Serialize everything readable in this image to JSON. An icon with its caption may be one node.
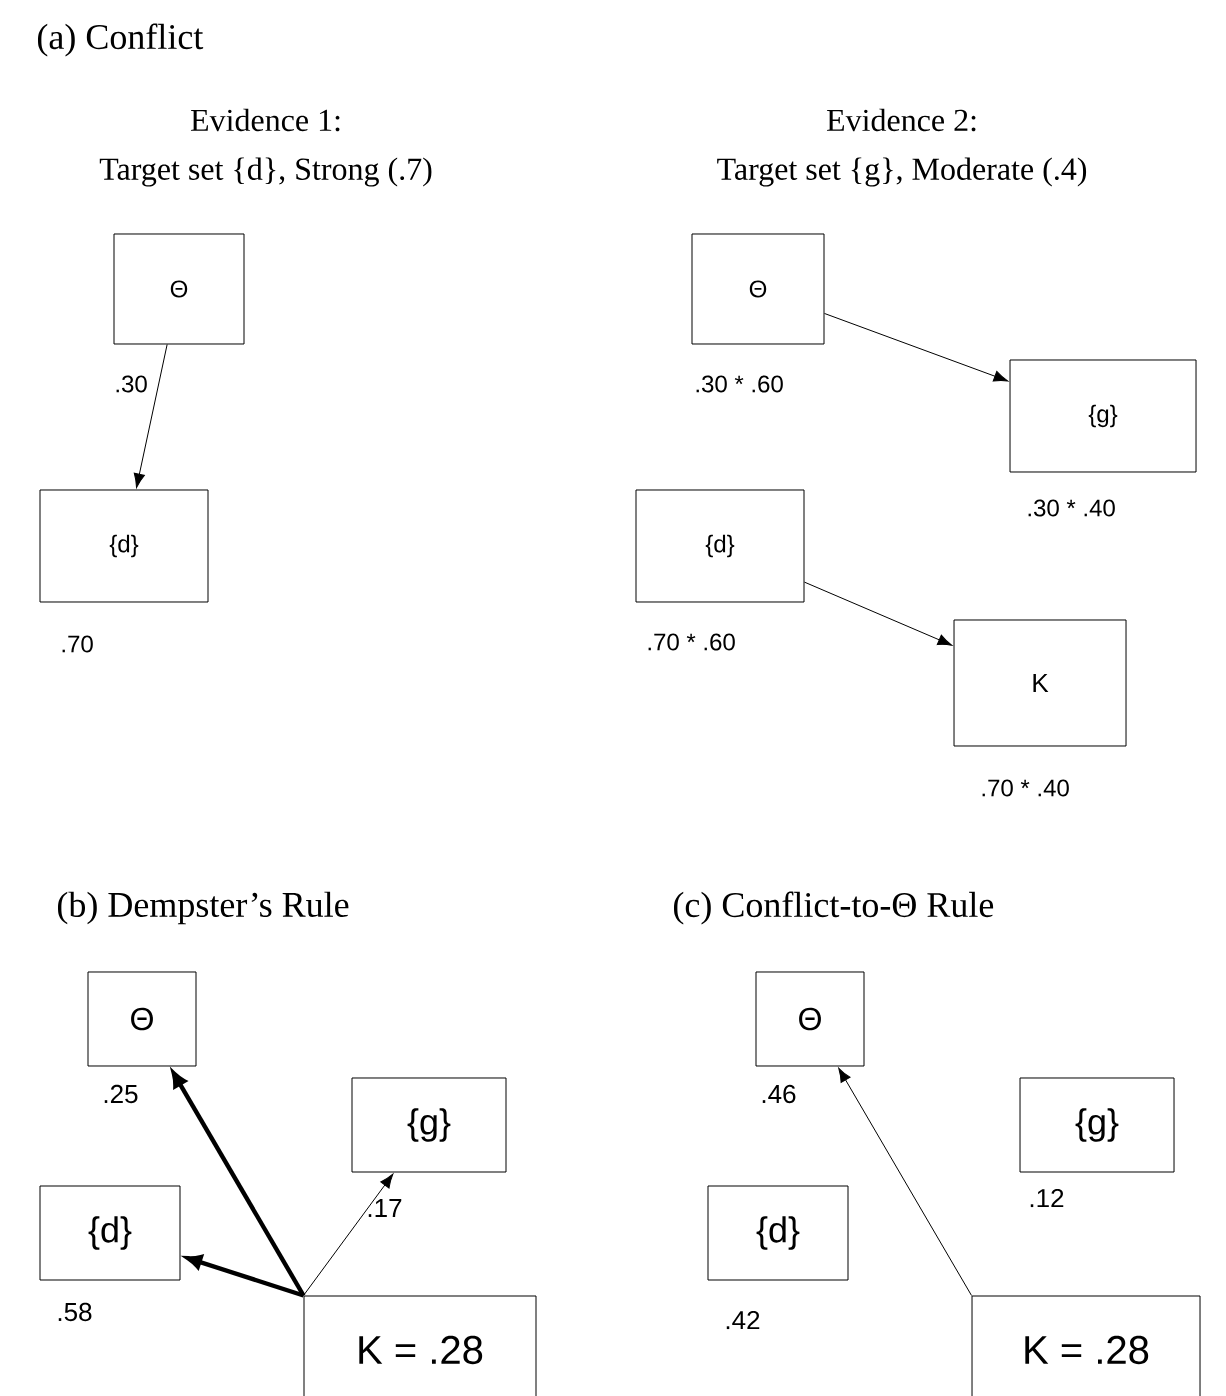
{
  "diagram": {
    "nodes": [
      {
        "text": [
          "Θ"
        ],
        "beside": [
          ".30"
        ]
      },
      {
        "text": [
          "{d}"
        ],
        "beside": [
          ".70"
        ]
      },
      {
        "text": [
          "Θ"
        ],
        "beside": [
          ".30 * .60"
        ]
      },
      {
        "text": [
          "{g}"
        ],
        "beside": [
          ".30 * .40"
        ]
      },
      {
        "text": [
          "{d}"
        ],
        "beside": [
          ".70 * .60"
        ]
      },
      {
        "text": [
          "K"
        ],
        "beside": [
          ".70 * .40"
        ]
      },
      {
        "text": [
          "Θ"
        ],
        "beside": [
          ".25"
        ]
      },
      {
        "text": [
          "{g}"
        ],
        "beside": [
          ".17"
        ]
      },
      {
        "text": [
          "{d}"
        ],
        "beside": [
          ".58"
        ]
      },
      {
        "text": [
          "K = .28"
        ]
      },
      {
        "text": [
          "Θ"
        ],
        "beside": [
          ".46"
        ]
      },
      {
        "text": [
          "{g}"
        ],
        "beside": [
          ".12"
        ]
      },
      {
        "text": [
          "{d}"
        ],
        "beside": [
          ".42"
        ]
      },
      {
        "text": [
          "K = .28"
        ]
      }
    ],
    "edges": [
      {
        "from": 0,
        "to": 1,
        "arrow": "to"
      },
      {
        "from": 2,
        "to": 3,
        "arrow": "to"
      },
      {
        "from": 4,
        "to": 5,
        "arrow": "to"
      },
      {
        "from": 9,
        "to": 6,
        "arrow": "to",
        "style": "thick"
      },
      {
        "from": 9,
        "to": 7,
        "arrow": "to"
      },
      {
        "from": 9,
        "to": 8,
        "arrow": "to",
        "style": "thick"
      },
      {
        "from": 13,
        "to": 10,
        "arrow": "to"
      }
    ],
    "labels": [
      "(a) Conflict",
      "Evidence 1:",
      "Target set {d}, Strong (.7)",
      "Evidence 2:",
      "Target set {g}, Moderate (.4)",
      "(b) Dempster’s Rule",
      "(c) Conflict-to-Θ Rule"
    ]
  }
}
